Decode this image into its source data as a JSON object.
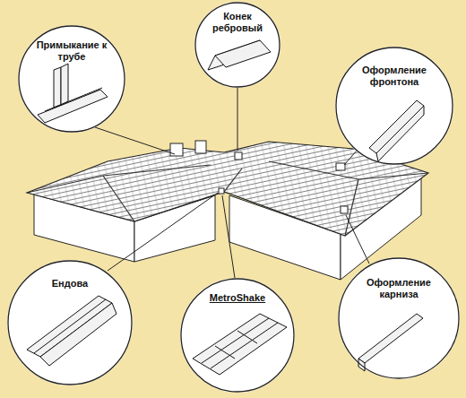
{
  "diagram": {
    "nodes": [
      {
        "text": [
          "Примыкание к трубе"
        ]
      },
      {
        "text": [
          "Конек ребровый"
        ]
      },
      {
        "text": [
          "Оформление фронтона"
        ]
      },
      {
        "text": [
          "Ендова"
        ]
      },
      {
        "text": [
          "MetroShake"
        ]
      },
      {
        "text": [
          "Оформление карниза"
        ]
      }
    ]
  }
}
